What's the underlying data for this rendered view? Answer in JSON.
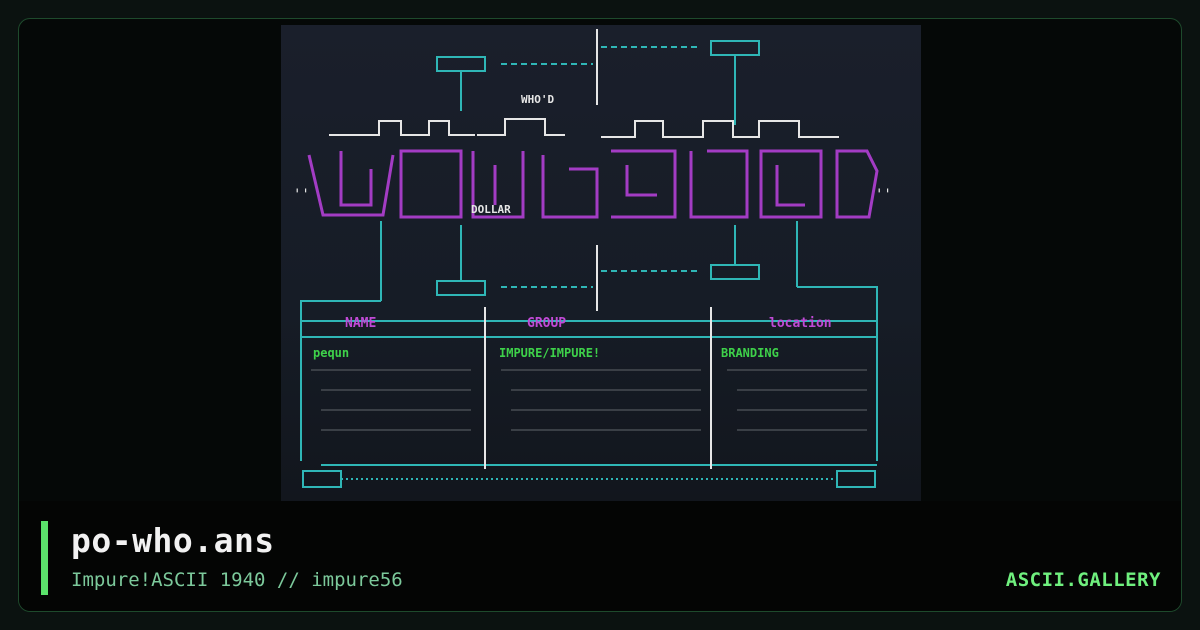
{
  "artwork": {
    "header_tag": "WHO'D",
    "middle_tag": "DOLLAR",
    "columns": [
      "NAME",
      "GROUP",
      "location"
    ],
    "row_values": [
      "pequn",
      "IMPURE/IMPURE!",
      "BRANDING"
    ]
  },
  "footer": {
    "title": "po-who.ans",
    "subtitle": "Impure!ASCII 1940 // impure56",
    "brand": "ASCII.GALLERY"
  },
  "colors": {
    "accent": "#5be36b",
    "cyan": "#2fb6b6",
    "magenta": "#a33cc4",
    "green": "#3ed14a"
  }
}
